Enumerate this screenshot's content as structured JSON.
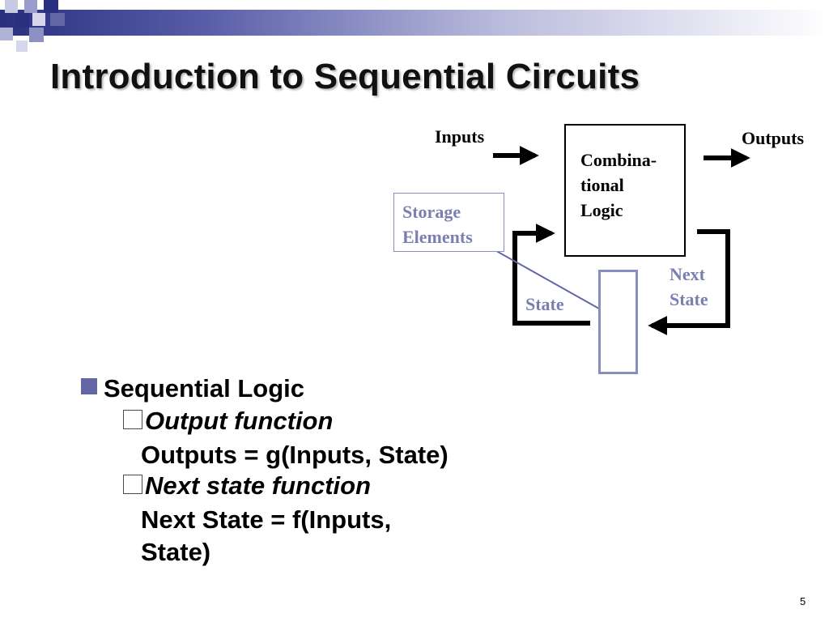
{
  "slide": {
    "title": "Introduction to Sequential Circuits",
    "page_number": "5"
  },
  "diagram": {
    "inputs_label": "Inputs",
    "outputs_label": "Outputs",
    "logic_label": "Combina-\ntional\nLogic",
    "storage_label": "Storage\nElements",
    "state_label": "State",
    "next_state_label": "Next\nState"
  },
  "content": {
    "bullet": "Sequential Logic",
    "sub": [
      {
        "heading": "Output function",
        "lines": [
          "Outputs = g(Inputs, State)"
        ]
      },
      {
        "heading": "Next state function",
        "lines": [
          "Next State = f(Inputs,",
          "State)"
        ]
      }
    ]
  },
  "colors": {
    "accent": "#6266a4",
    "muted_label": "#7b7fb0",
    "header_dark": "#2a2f7f"
  }
}
